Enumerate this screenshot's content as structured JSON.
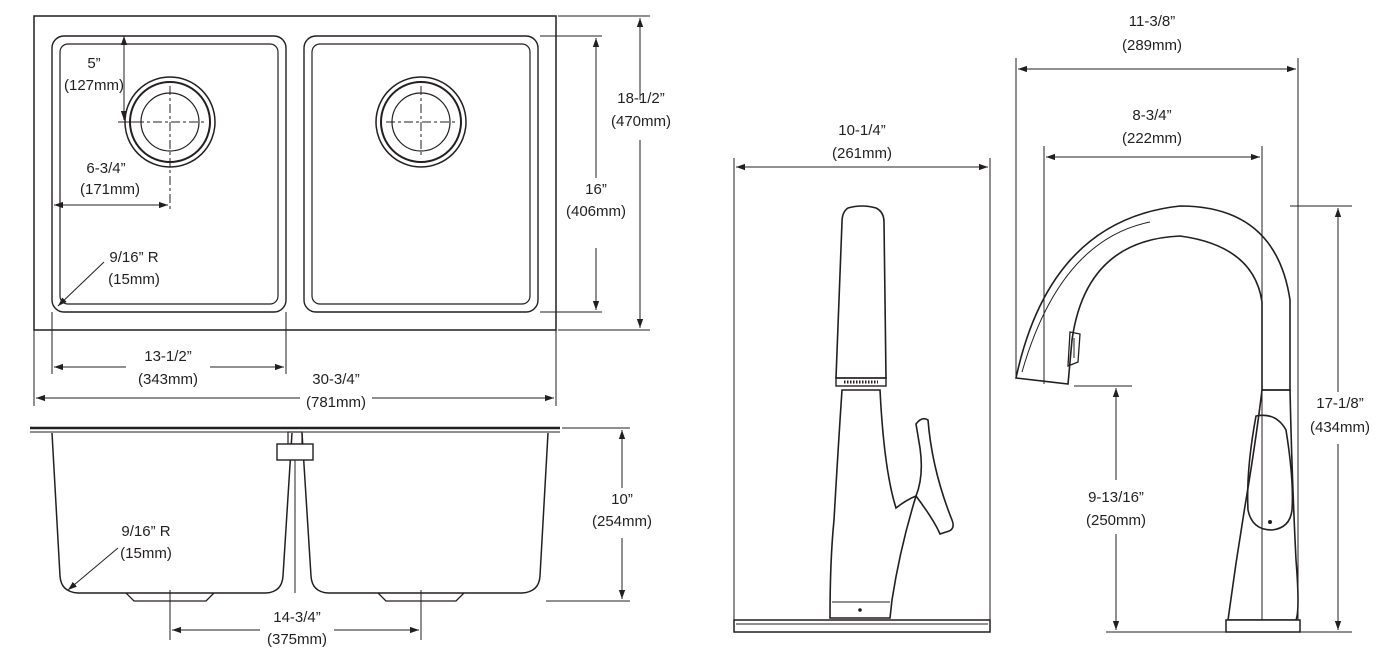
{
  "sink_top": {
    "drain_offset_v": [
      "5”",
      "(127mm)"
    ],
    "drain_offset_h": [
      "6-3/4”",
      "(171mm)"
    ],
    "corner_radius": [
      "9/16” R",
      "(15mm)"
    ],
    "overall_depth": [
      "18-1/2”",
      "(470mm)"
    ],
    "bowl_depth": [
      "16”",
      "(406mm)"
    ],
    "bowl_width": [
      "13-1/2”",
      "(343mm)"
    ],
    "overall_width": [
      "30-3/4”",
      "(781mm)"
    ]
  },
  "sink_side": {
    "bowl_height": [
      "10”",
      "(254mm)"
    ],
    "corner_radius": [
      "9/16” R",
      "(15mm)"
    ],
    "drain_spacing": [
      "14-3/4”",
      "(375mm)"
    ]
  },
  "faucet_front": {
    "base_width": [
      "10-1/4”",
      "(261mm)"
    ]
  },
  "faucet_side": {
    "overall_reach": [
      "11-3/8”",
      "(289mm)"
    ],
    "spout_reach": [
      "8-3/4”",
      "(222mm)"
    ],
    "overall_height": [
      "17-1/8”",
      "(434mm)"
    ],
    "spout_height": [
      "9-13/16”",
      "(250mm)"
    ]
  }
}
